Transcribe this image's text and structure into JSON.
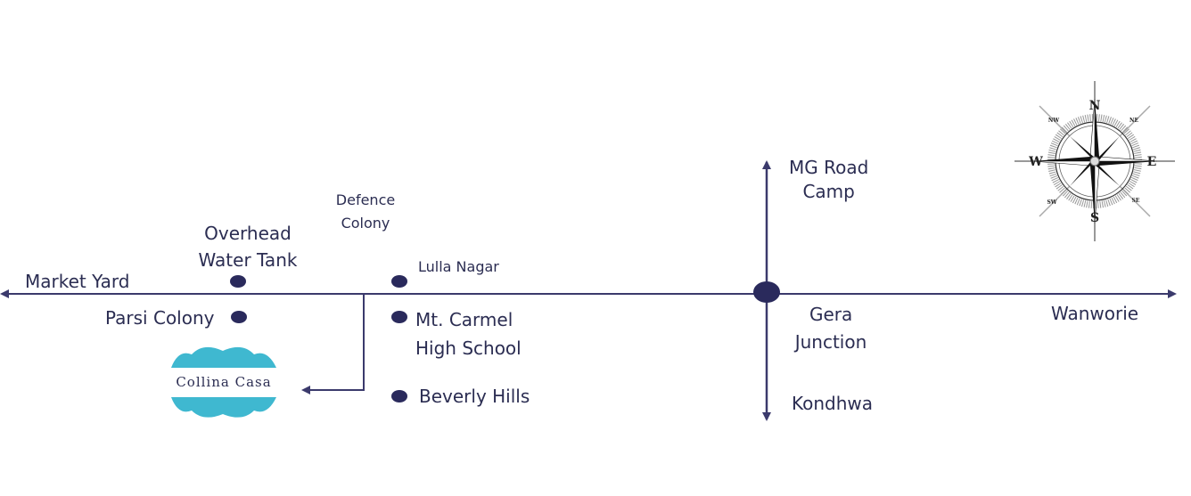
{
  "map": {
    "colors": {
      "road": "#3b3a6c",
      "dot": "#2a2a5c",
      "logo": "#3fb8d0"
    },
    "labels": {
      "market_yard": "Market Yard",
      "parsi_colony": "Parsi Colony",
      "overhead_water_tank": [
        "Overhead",
        "Water Tank"
      ],
      "defence_colony": [
        "Defence",
        "Colony"
      ],
      "lulla_nagar": "Lulla Nagar",
      "mt_carmel": [
        "Mt. Carmel",
        "High School"
      ],
      "beverly_hills": "Beverly Hills",
      "mg_road_camp": [
        "MG Road",
        "Camp"
      ],
      "gera_junction": [
        "Gera",
        "Junction"
      ],
      "kondhwa": "Kondhwa",
      "wanworie": "Wanworie"
    },
    "logo": {
      "text": "Collina Casa"
    },
    "compass": {
      "n": "N",
      "s": "S",
      "e": "E",
      "w": "W",
      "ne": "NE",
      "nw": "NW",
      "se": "SE",
      "sw": "SW"
    }
  }
}
